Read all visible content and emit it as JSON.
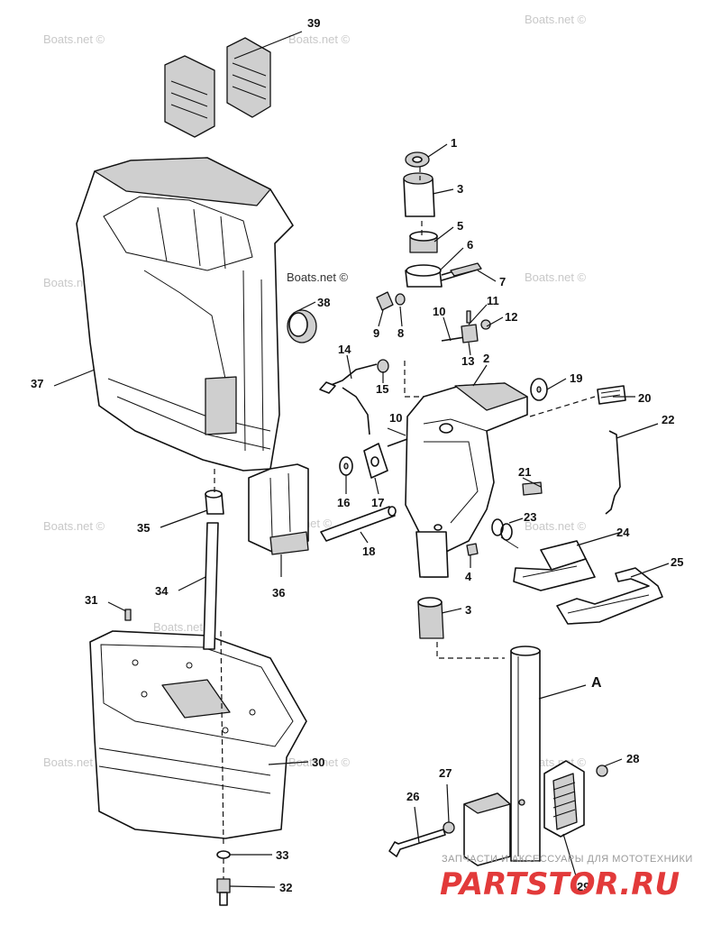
{
  "watermarks": [
    "Boats.net ©",
    "Boats.net ©",
    "Boats.net ©",
    "Boats.net ©",
    "Boats.net ©",
    "Boats.net ©",
    "Boats.net ©",
    "Boats.net ©",
    "Boats.net ©",
    "Boats.net ©",
    "Boats.net ©",
    "Boats.net ©"
  ],
  "center_watermark": "Boats.net ©",
  "callouts": {
    "p1": "1",
    "p2": "2",
    "p3a": "3",
    "p3b": "3",
    "p4": "4",
    "p5": "5",
    "p6": "6",
    "p7": "7",
    "p8": "8",
    "p9": "9",
    "p10a": "10",
    "p10b": "10",
    "p11": "11",
    "p12": "12",
    "p13": "13",
    "p14": "14",
    "p15": "15",
    "p16": "16",
    "p17": "17",
    "p18": "18",
    "p19": "19",
    "p20": "20",
    "p21": "21",
    "p22": "22",
    "p23": "23",
    "p24": "24",
    "p25": "25",
    "p26": "26",
    "p27": "27",
    "p28": "28",
    "p29": "29",
    "p30": "30",
    "p31": "31",
    "p32": "32",
    "p33": "33",
    "p34": "34",
    "p35": "35",
    "p36": "36",
    "p37": "37",
    "p38": "38",
    "p39": "39",
    "pA": "A"
  },
  "footer": {
    "tagline": "ЗАПЧАСТИ И АКСЕССУАРЫ ДЛЯ МОТОТЕХНИКИ",
    "logo": "PARTSTOR.RU",
    "logo_color": "#e23a3a"
  }
}
